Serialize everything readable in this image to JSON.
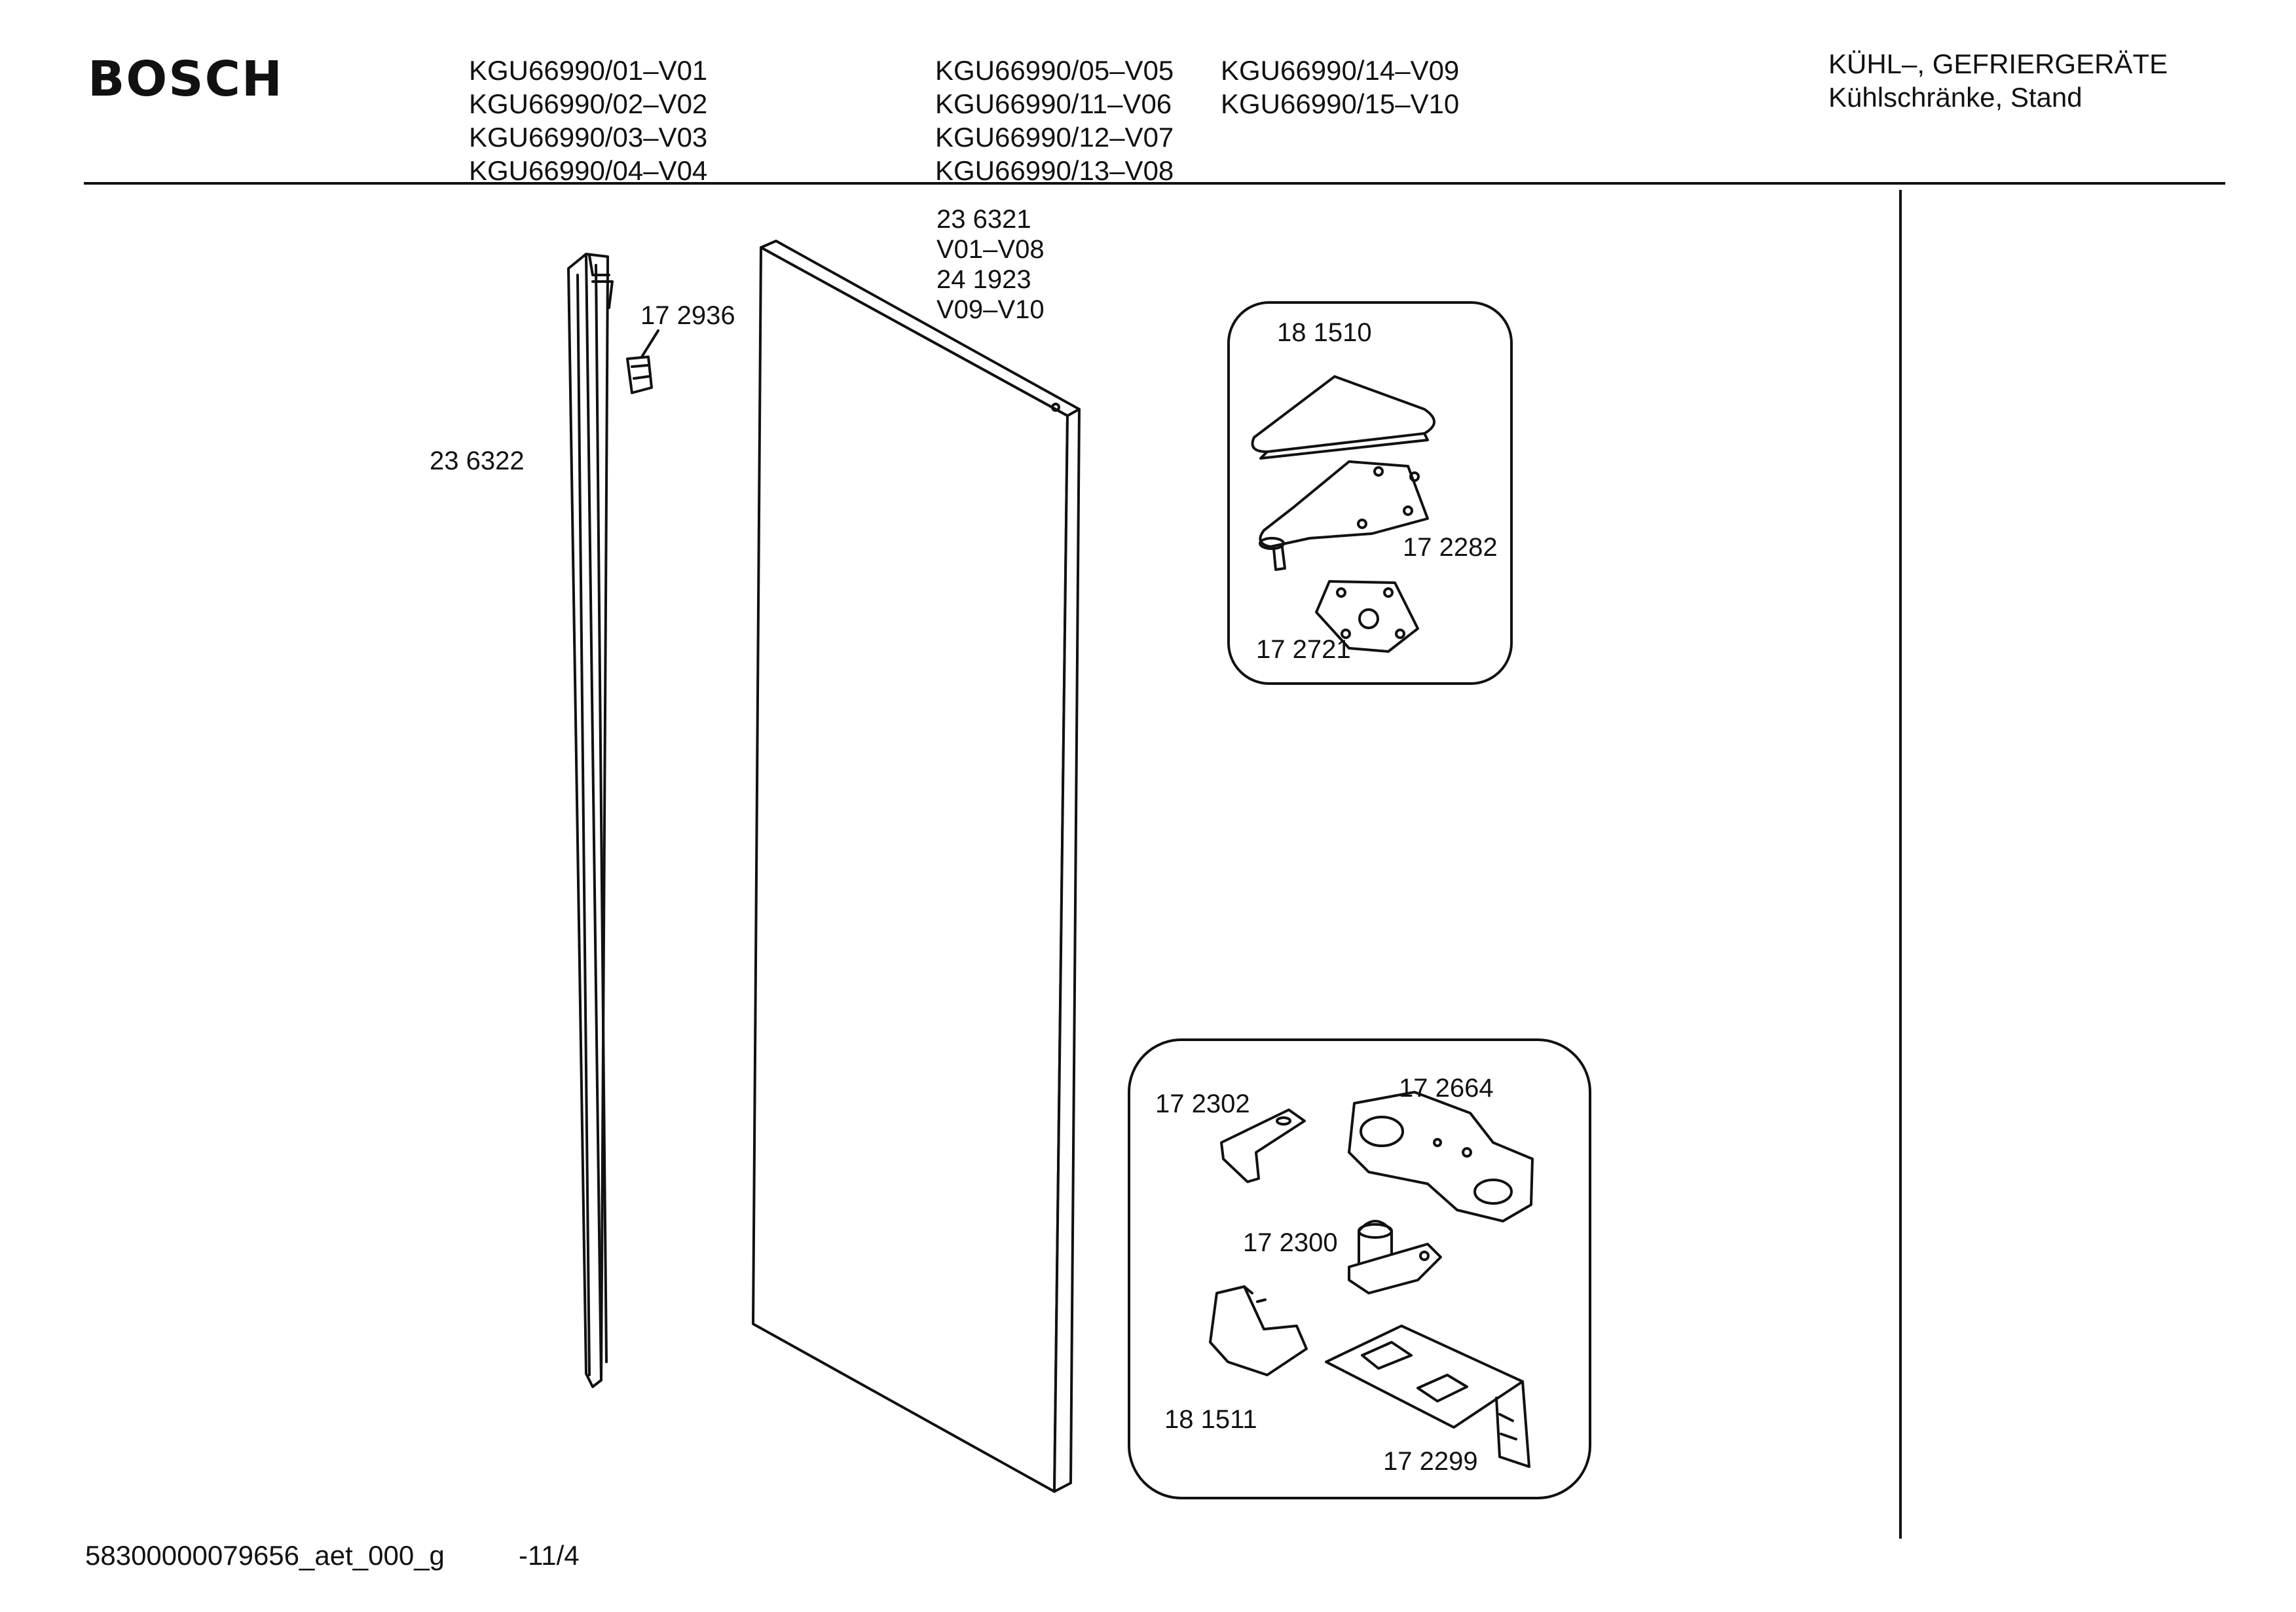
{
  "header": {
    "brand": "BOSCH",
    "models_col1": [
      "KGU66990/01–V01",
      "KGU66990/02–V02",
      "KGU66990/03–V03",
      "KGU66990/04–V04"
    ],
    "models_col2": [
      "KGU66990/05–V05",
      "KGU66990/11–V06",
      "KGU66990/12–V07",
      "KGU66990/13–V08"
    ],
    "models_col3": [
      "KGU66990/14–V09",
      "KGU66990/15–V10"
    ],
    "category_line1": "KÜHL–, GEFRIERGERÄTE",
    "category_line2": "Kühlschränke, Stand"
  },
  "parts": {
    "door_panel_codes": [
      "23 6321",
      "V01–V08",
      "24 1923",
      "V09–V10"
    ],
    "door_seal_strip": "23 6322",
    "seal_clip": "17 2936",
    "hinge_cover_top": "18 1510",
    "hinge_top": "17 2282",
    "hinge_plate_top": "17 2721",
    "bracket_small": "17 2302",
    "door_stop": "17 2664",
    "hinge_pin": "17 2300",
    "hinge_cover_bottom": "18 1511",
    "hinge_bottom": "17 2299"
  },
  "footer": {
    "doc_id": "58300000079656_aet_000_g",
    "page": "-11/4"
  }
}
